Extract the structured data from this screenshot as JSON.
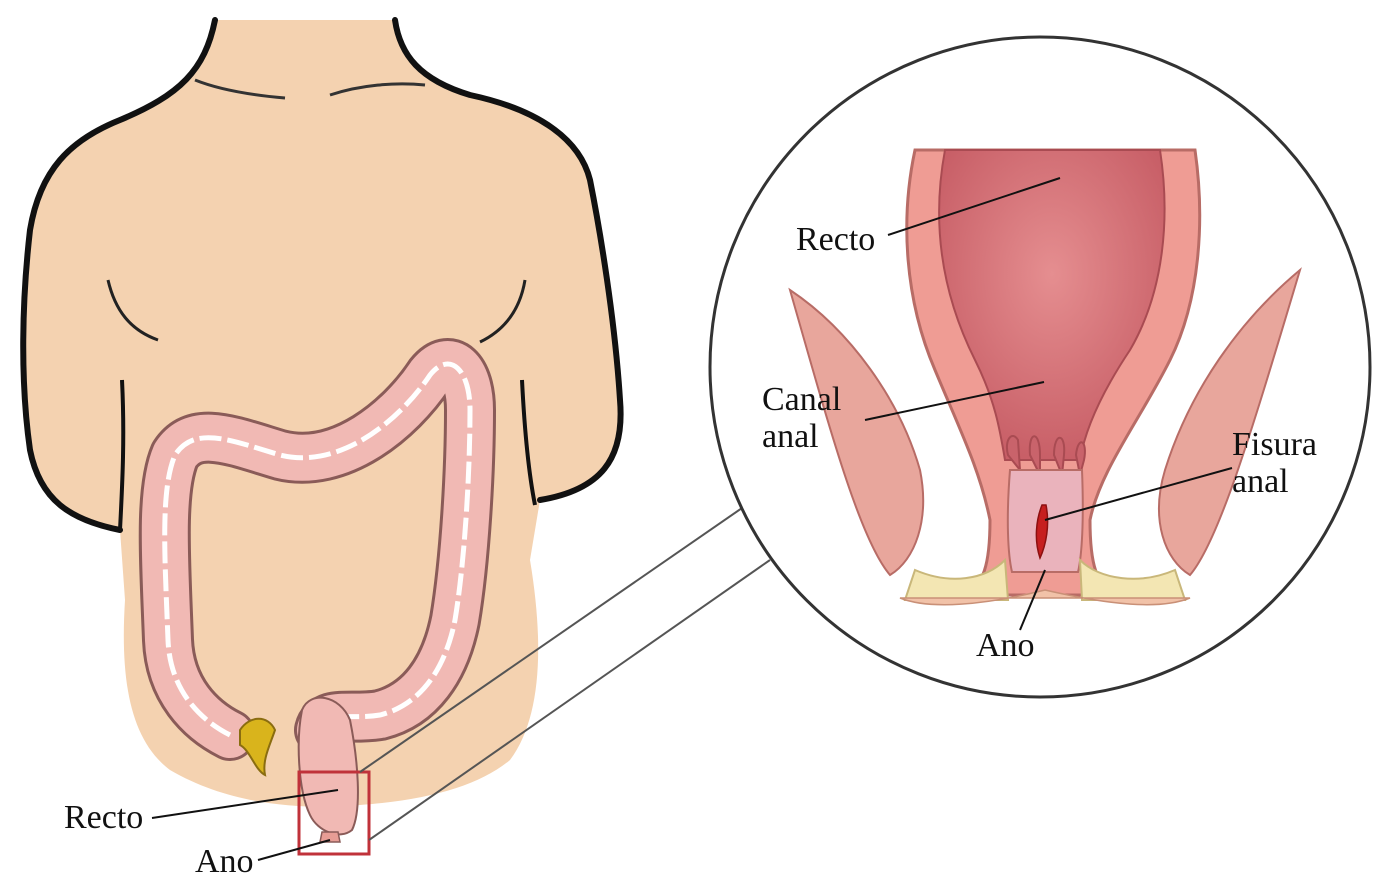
{
  "body_view": {
    "label_rectum": "Recto",
    "label_anus": "Ano"
  },
  "detail_view": {
    "label_rectum": "Recto",
    "label_anal_canal_line1": "Canal",
    "label_anal_canal_line2": "anal",
    "label_fissure_line1": "Fisura",
    "label_fissure_line2": "anal",
    "label_anus": "Ano"
  },
  "colors": {
    "skin": "#f4d2b0",
    "outline": "#111111",
    "colon": "#f1b9b4",
    "colon_outline": "#8a5b58",
    "rectum_inner": "#d9737a",
    "muscle": "#e8a69c",
    "fissure": "#c61f1f",
    "fat": "#f3e6b3",
    "highlight_box": "#c0323a",
    "stool": "#d9b41c"
  },
  "icons": {
    "zoom_indicator": "square-box",
    "detail_frame": "circle-frame"
  }
}
